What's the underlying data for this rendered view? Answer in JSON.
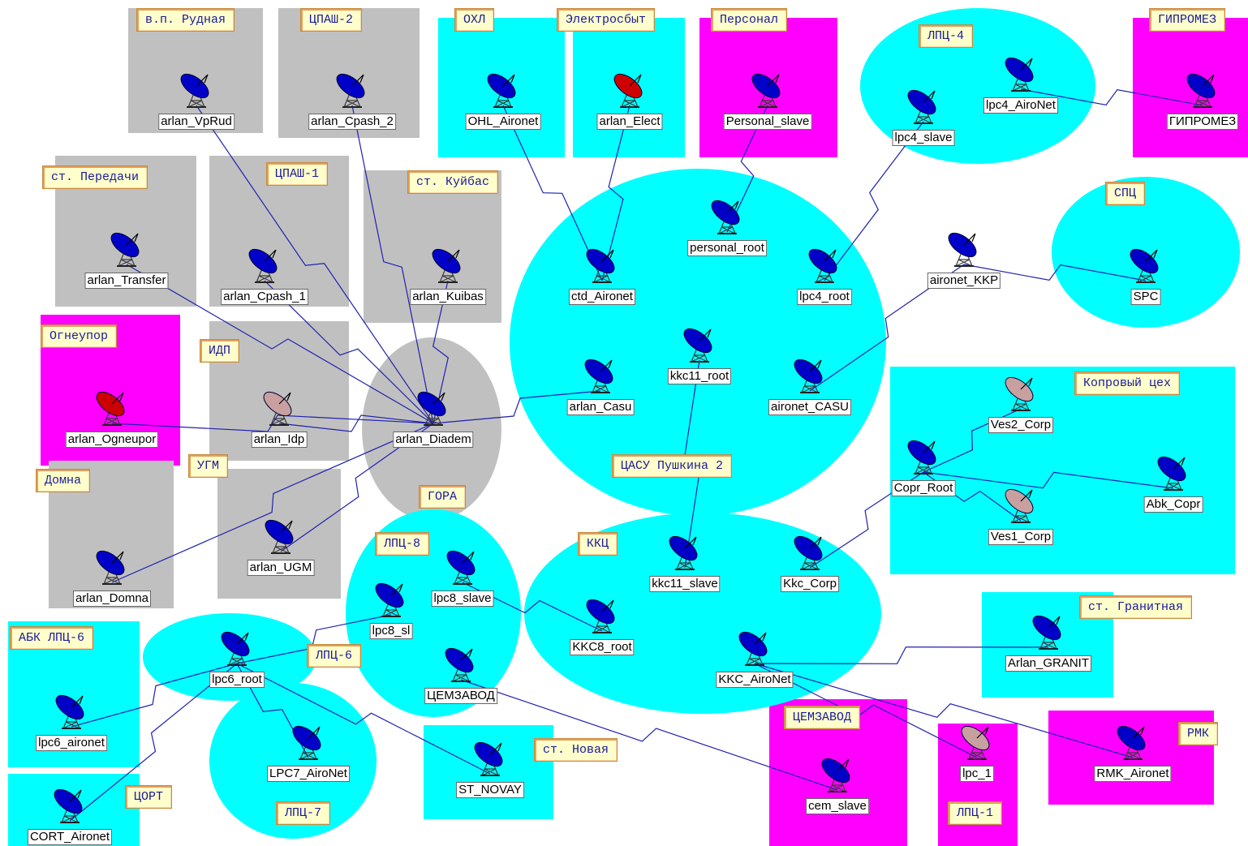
{
  "colors": {
    "cyan": "#00ffff",
    "gray": "#c0c0c0",
    "magenta": "#ff00ff",
    "link": "#2020b0",
    "dish_blue": "#0000c8",
    "dish_red": "#cc0000",
    "dish_faded": "#c8a0a0",
    "label_bg": "#ffffcc"
  },
  "area_labels": [
    "в.п. Рудная",
    "ЦПАШ-2",
    "ОХЛ",
    "Электросбыт",
    "Персонал",
    "ЛПЦ-4",
    "ГИПРОМЕЗ",
    "ст. Передачи",
    "ЦПАШ-1",
    "ст. Куйбас",
    "СПЦ",
    "Огнеупор",
    "ИДП",
    "Копровый цех",
    "Домна",
    "УГМ",
    "ГОРА",
    "ЦАСУ Пушкина 2",
    "ЛПЦ-8",
    "ККЦ",
    "ст. Гранитная",
    "АБК ЛПЦ-6",
    "ЛПЦ-6",
    "ЦЕМЗАВОД",
    "РМК",
    "ЦОРТ",
    "ст. Новая",
    "ЛПЦ-7",
    "ЛПЦ-1"
  ],
  "nodes": [
    {
      "name": "arlan_VpRud",
      "icon": "satellite-dish-icon"
    },
    {
      "name": "arlan_Cpash_2",
      "icon": "satellite-dish-icon"
    },
    {
      "name": "OHL_Aironet",
      "icon": "satellite-dish-icon"
    },
    {
      "name": "arlan_Elect",
      "icon": "satellite-dish-icon"
    },
    {
      "name": "Personal_slave",
      "icon": "satellite-dish-icon"
    },
    {
      "name": "lpc4_slave",
      "icon": "satellite-dish-icon"
    },
    {
      "name": "lpc4_AiroNet",
      "icon": "satellite-dish-icon"
    },
    {
      "name": "ГИПРОМЕЗ",
      "icon": "satellite-dish-icon"
    },
    {
      "name": "arlan_Transfer",
      "icon": "satellite-dish-icon"
    },
    {
      "name": "arlan_Cpash_1",
      "icon": "satellite-dish-icon"
    },
    {
      "name": "arlan_Kuibas",
      "icon": "satellite-dish-icon"
    },
    {
      "name": "ctd_Aironet",
      "icon": "satellite-dish-icon"
    },
    {
      "name": "personal_root",
      "icon": "satellite-dish-icon"
    },
    {
      "name": "lpc4_root",
      "icon": "satellite-dish-icon"
    },
    {
      "name": "aironet_KKP",
      "icon": "satellite-dish-icon"
    },
    {
      "name": "SPC",
      "icon": "satellite-dish-icon"
    },
    {
      "name": "arlan_Ogneupor",
      "icon": "satellite-dish-icon"
    },
    {
      "name": "arlan_Idp",
      "icon": "satellite-dish-icon"
    },
    {
      "name": "arlan_Diadem",
      "icon": "satellite-dish-icon"
    },
    {
      "name": "arlan_Casu",
      "icon": "satellite-dish-icon"
    },
    {
      "name": "kkc11_root",
      "icon": "satellite-dish-icon"
    },
    {
      "name": "aironet_CASU",
      "icon": "satellite-dish-icon"
    },
    {
      "name": "Ves2_Corp",
      "icon": "satellite-dish-icon"
    },
    {
      "name": "Copr_Root",
      "icon": "satellite-dish-icon"
    },
    {
      "name": "Abk_Copr",
      "icon": "satellite-dish-icon"
    },
    {
      "name": "Ves1_Corp",
      "icon": "satellite-dish-icon"
    },
    {
      "name": "arlan_UGM",
      "icon": "satellite-dish-icon"
    },
    {
      "name": "arlan_Domna",
      "icon": "satellite-dish-icon"
    },
    {
      "name": "lpc8_slave",
      "icon": "satellite-dish-icon"
    },
    {
      "name": "lpc8_sl",
      "icon": "satellite-dish-icon"
    },
    {
      "name": "kkc11_slave",
      "icon": "satellite-dish-icon"
    },
    {
      "name": "Kkc_Corp",
      "icon": "satellite-dish-icon"
    },
    {
      "name": "KKC8_root",
      "icon": "satellite-dish-icon"
    },
    {
      "name": "Arlan_GRANIT",
      "icon": "satellite-dish-icon"
    },
    {
      "name": "lpc6_root",
      "icon": "satellite-dish-icon"
    },
    {
      "name": "ЦЕМЗАВОД",
      "icon": "satellite-dish-icon"
    },
    {
      "name": "KKC_AiroNet",
      "icon": "satellite-dish-icon"
    },
    {
      "name": "lpc6_aironet",
      "icon": "satellite-dish-icon"
    },
    {
      "name": "LPC7_AiroNet",
      "icon": "satellite-dish-icon"
    },
    {
      "name": "ST_NOVAY",
      "icon": "satellite-dish-icon"
    },
    {
      "name": "cem_slave",
      "icon": "satellite-dish-icon"
    },
    {
      "name": "lpc_1",
      "icon": "satellite-dish-icon"
    },
    {
      "name": "RMK_Aironet",
      "icon": "satellite-dish-icon"
    },
    {
      "name": "CORT_Aironet",
      "icon": "satellite-dish-icon"
    }
  ],
  "links": [
    [
      "arlan_VpRud",
      "arlan_Diadem"
    ],
    [
      "arlan_Cpash_2",
      "arlan_Diadem"
    ],
    [
      "arlan_Transfer",
      "arlan_Diadem"
    ],
    [
      "arlan_Cpash_1",
      "arlan_Diadem"
    ],
    [
      "arlan_Kuibas",
      "arlan_Diadem"
    ],
    [
      "arlan_Ogneupor",
      "arlan_Diadem"
    ],
    [
      "arlan_Idp",
      "arlan_Diadem"
    ],
    [
      "arlan_Domna",
      "arlan_Diadem"
    ],
    [
      "arlan_UGM",
      "arlan_Diadem"
    ],
    [
      "arlan_Diadem",
      "arlan_Casu"
    ],
    [
      "OHL_Aironet",
      "ctd_Aironet"
    ],
    [
      "arlan_Elect",
      "ctd_Aironet"
    ],
    [
      "Personal_slave",
      "personal_root"
    ],
    [
      "lpc4_slave",
      "lpc4_root"
    ],
    [
      "lpc4_AiroNet",
      "ГИПРОМЕЗ"
    ],
    [
      "aironet_KKP",
      "SPC"
    ],
    [
      "aironet_KKP",
      "aironet_CASU"
    ],
    [
      "kkc11_root",
      "kkc11_slave"
    ],
    [
      "Copr_Root",
      "Ves2_Corp"
    ],
    [
      "Copr_Root",
      "Abk_Copr"
    ],
    [
      "Copr_Root",
      "Ves1_Corp"
    ],
    [
      "Copr_Root",
      "Kkc_Corp"
    ],
    [
      "lpc8_slave",
      "KKC8_root"
    ],
    [
      "lpc8_sl",
      "lpc6_root"
    ],
    [
      "lpc6_root",
      "lpc6_aironet"
    ],
    [
      "lpc6_root",
      "LPC7_AiroNet"
    ],
    [
      "lpc6_root",
      "ST_NOVAY"
    ],
    [
      "lpc6_root",
      "CORT_Aironet"
    ],
    [
      "ЦЕМЗАВОД",
      "cem_slave"
    ],
    [
      "KKC_AiroNet",
      "Arlan_GRANIT"
    ],
    [
      "KKC_AiroNet",
      "lpc_1"
    ],
    [
      "KKC_AiroNet",
      "RMK_Aironet"
    ]
  ]
}
